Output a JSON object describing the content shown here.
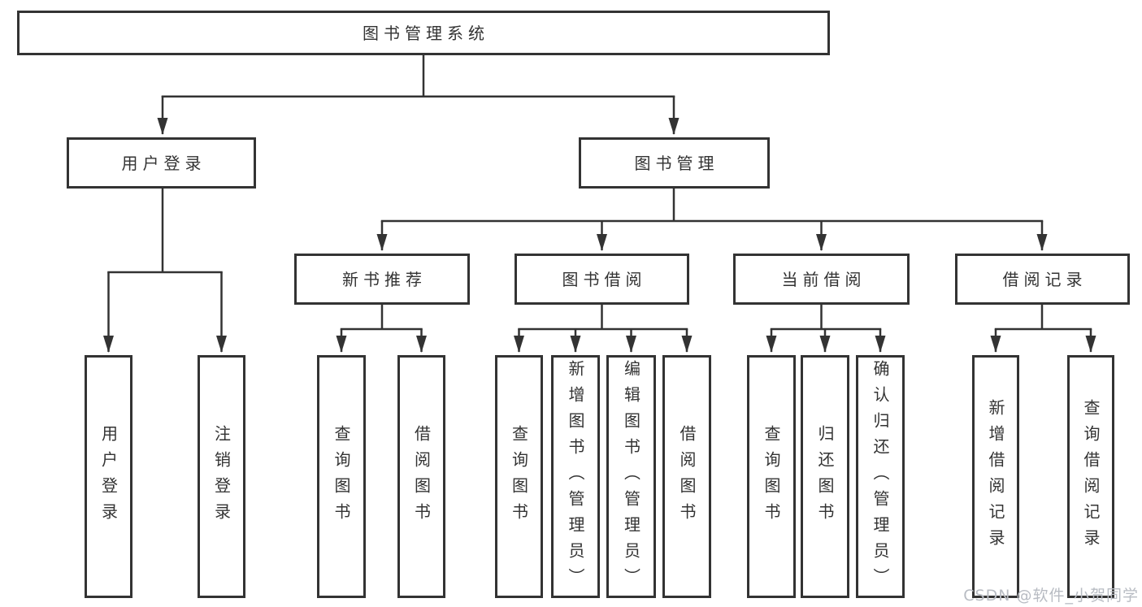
{
  "title": "图书管理系统",
  "level2": {
    "user_login": "用户登录",
    "book_management": "图书管理"
  },
  "level3": {
    "new_book_recommend": "新书推荐",
    "book_borrowing": "图书借阅",
    "current_borrowing": "当前借阅",
    "borrowing_records": "借阅记录"
  },
  "leaves": {
    "user_login": "用户登录",
    "logout_login": "注销登录",
    "nb_query_books": "查询图书",
    "nb_borrow_books": "借阅图书",
    "bb_query_books": "查询图书",
    "bb_add_books": "新增图书（管理员）",
    "bb_edit_books": "编辑图书（管理员）",
    "bb_borrow_books": "借阅图书",
    "cb_query_books": "查询图书",
    "cb_return_books": "归还图书",
    "cb_confirm_return": "确认归还（管理员）",
    "br_add_record": "新增借阅记录",
    "br_query_record": "查询借阅记录"
  },
  "watermark": "CSDN @软件_小贺同学",
  "colors": {
    "line": "#333333",
    "text": "#333333",
    "watermark": "#b8bcc3",
    "background": "#ffffff"
  }
}
